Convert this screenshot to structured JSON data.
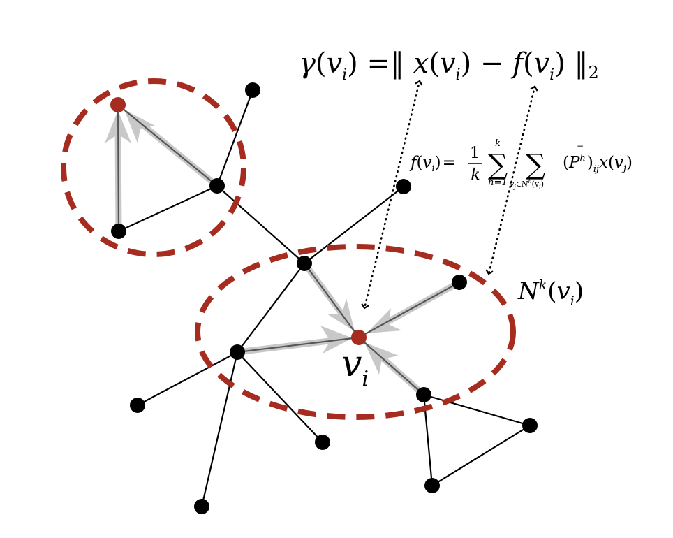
{
  "colors": {
    "background": "#ffffff",
    "edge": "#000000",
    "node": "#000000",
    "highlight_node": "#a62c1f",
    "dashed_ellipse": "#a62c1f",
    "arrow_glow": "#c8c8c8",
    "dotted_arrow": "#000000"
  },
  "icons": {
    "highlight": "dashed-ellipse-region",
    "flow": "gray-arrow",
    "link": "dotted-double-arrow"
  },
  "labels": {
    "gamma_equation": {
      "gamma": "γ",
      "lp1": "(",
      "v": "v",
      "i": "i",
      "rp1": ")",
      "eq": " =‖ ",
      "x": "x",
      "lp2": "(",
      "v2": "v",
      "i2": "i",
      "rp2": ")",
      "minus": " − ",
      "f": "f",
      "lp3": "(",
      "v3": "v",
      "i3": "i",
      "rp3": ")",
      "norm_close": " ‖",
      "norm_sub": "2"
    },
    "f_equation": {
      "f": "f",
      "lp": "(",
      "v": "v",
      "i": "i",
      "rp": ")",
      "eq": "=",
      "frac_num": "1",
      "frac_den": "k",
      "sum1": "∑",
      "sum1_upper": "k",
      "sum1_lower": "h=1",
      "sum2": "∑",
      "sum2_lower": "v",
      "sum2_lower_j": "j",
      "sum2_lower_rest": "∈N",
      "sum2_lower_h": "h",
      "sum2_lower_paren": "(v",
      "sum2_lower_i": "i",
      "sum2_lower_close": ")",
      "lp_p": "(",
      "p": "P",
      "bar": "−",
      "p_sup": "h",
      "rp_p": ")",
      "p_sub": "ij",
      "x": "x",
      "lp_x": "(",
      "vx": "v",
      "j": "j",
      "rp_x": ")"
    },
    "neighborhood": {
      "n": "N",
      "sup": "k",
      "lp": "(",
      "v": "v",
      "i": "i",
      "rp": ")"
    },
    "center_node": {
      "v": "v",
      "i": "i"
    }
  }
}
